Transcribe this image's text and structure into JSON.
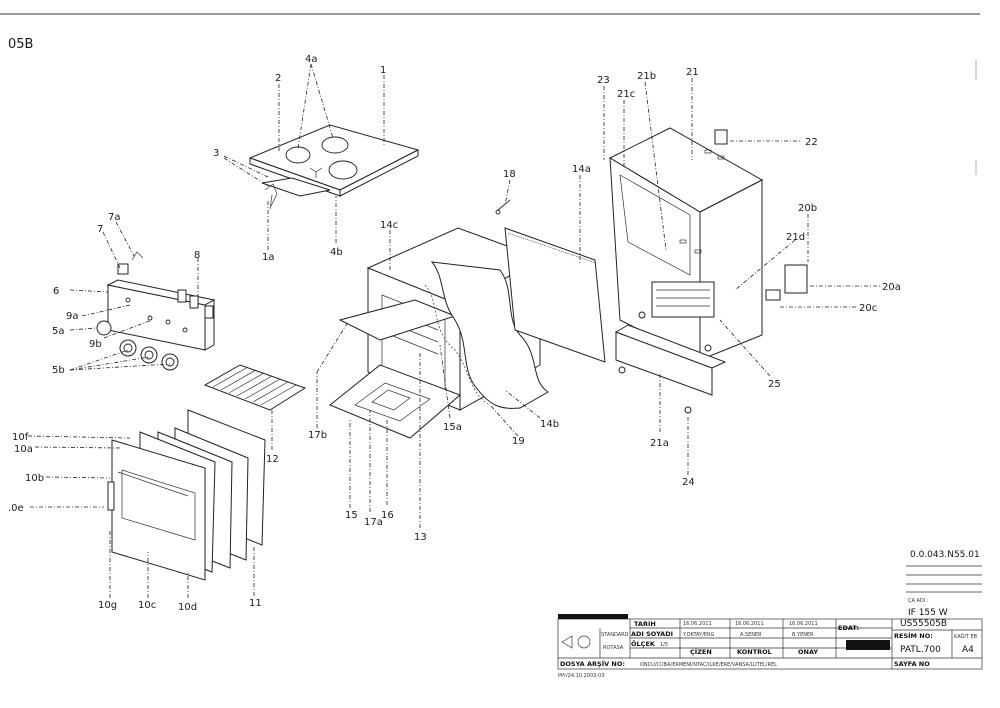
{
  "sheet_code": "05B",
  "labels": {
    "l1": "1",
    "l2": "2",
    "l3": "3",
    "l4a": "4a",
    "l4b": "4b",
    "l1a": "1a",
    "l5a": "5a",
    "l5b": "5b",
    "l6": "6",
    "l7": "7",
    "l7a": "7a",
    "l8": "8",
    "l9a": "9a",
    "l9b": "9b",
    "l10a": "10a",
    "l10b": "10b",
    "l10c": "10c",
    "l10d": "10d",
    "l10e": ".0e",
    "l10f": "10f",
    "l10g": "10g",
    "l11": "11",
    "l12": "12",
    "l13": "13",
    "l14a": "14a",
    "l14b": "14b",
    "l14c": "14c",
    "l15": "15",
    "l15a": "15a",
    "l16": "16",
    "l17a": "17a",
    "l17b": "17b",
    "l18": "18",
    "l19": "19",
    "l20a": "20a",
    "l20b": "20b",
    "l20c": "20c",
    "l21": "21",
    "l21a": "21a",
    "l21b": "21b",
    "l21c": "21c",
    "l21d": "21d",
    "l22": "22",
    "l23": "23",
    "l24": "24",
    "l25": "25"
  },
  "side_info": {
    "code": "0.0.043.N55.01",
    "name_label": "ÇA ADI :",
    "model": "IF 155 W",
    "model_code": "US55505B"
  },
  "title_block": {
    "tarih_label": "TARIH",
    "date1": "16.06.2011",
    "date2": "16.06.2011",
    "date3": "16.06.2011",
    "adi_soyadi_label": "ADI SOYADI",
    "name1": "Y.OKTAY/ERG",
    "name2": "A.SENER",
    "name3": "B.YENER",
    "olcek_label": "ÖLÇEK",
    "olcek_value": "1/5",
    "cizen": "ÇİZEN",
    "kontrol": "KONTROL",
    "onay": "ONAY",
    "edat_label": "EDAT:",
    "resim_no_label": "RESİM NO:",
    "resim_no": "PATL.700",
    "kagit_label": "KAĞIT EB",
    "kagit": "A4",
    "sayfa_no_label": "SAYFA NO",
    "dosya_label": "DOSYA ARŞİV NO:",
    "dosya_value": "ONCU/CUBA/ERMENI/NTAC/ILKE/ERE/VANSA/LUTEL/REL",
    "footer_note": "PPr/24.10.2003-03",
    "stamp_left": "STANDARD",
    "stamp_left2": "ROTASA"
  }
}
